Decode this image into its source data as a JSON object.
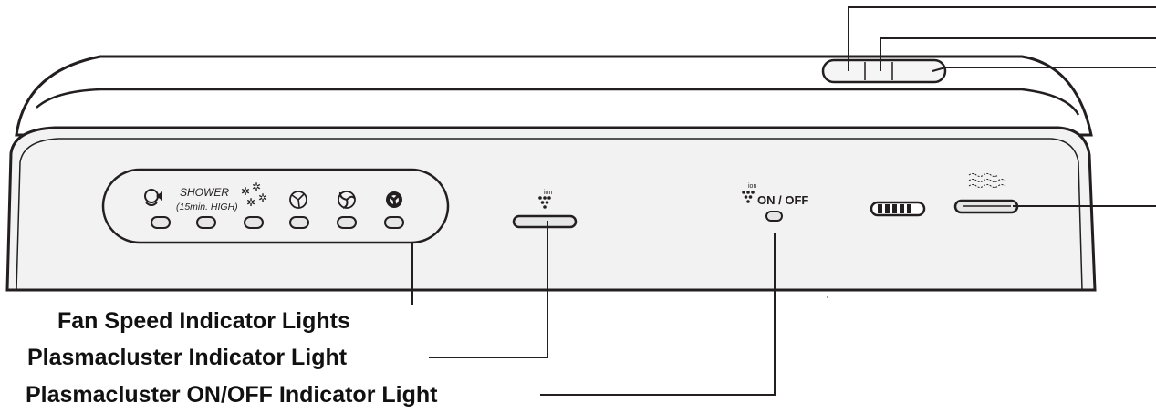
{
  "callouts": {
    "fan_speed": "Fan Speed Indicator Lights",
    "plasmacluster": "Plasmacluster Indicator Light",
    "plasmacluster_onoff": "Plasmacluster ON/OFF Indicator Light"
  },
  "panel": {
    "shower_label": "SHOWER",
    "shower_sub": "(15min. HIGH)",
    "ion_label": "ion",
    "onoff_label": "ON / OFF"
  },
  "icons": {
    "auto": "auto-mode-icon",
    "snowflakes": "snowflakes-icon",
    "fan_low": "fan-low-icon",
    "fan_med": "fan-medium-icon",
    "fan_high": "fan-high-icon",
    "ion_dots": "ion-dots-icon",
    "dust_bar": "dust-monitor-icon",
    "wave": "odor-wave-icon"
  },
  "colors": {
    "stroke": "#231f20",
    "panel": "#f2f2f2",
    "led": "#e6e6e6"
  }
}
